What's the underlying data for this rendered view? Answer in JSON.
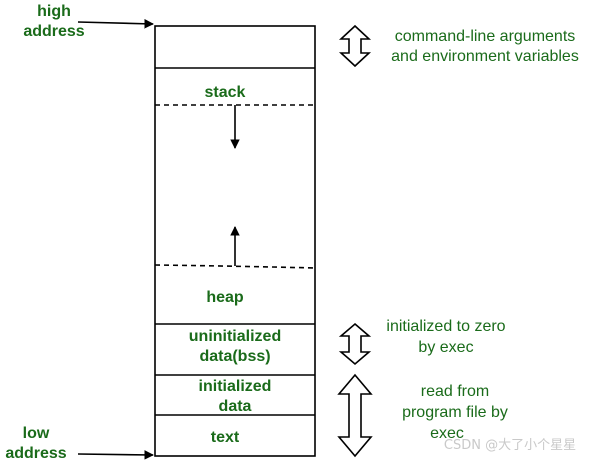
{
  "colors": {
    "text": "#1a6b1a",
    "line": "#000000",
    "watermark": "#c9c9c9"
  },
  "side_labels": {
    "high_line1": "high",
    "high_line2": "address",
    "low_line1": "low",
    "low_line2": "address"
  },
  "segments": {
    "stack": "stack",
    "heap": "heap",
    "bss_line1": "uninitialized",
    "bss_line2": "data(bss)",
    "init_line1": "initialized",
    "init_line2": "data",
    "text": "text"
  },
  "notes": {
    "args_line1": "command-line arguments",
    "args_line2": "and environment variables",
    "zero_line1": "initialized to zero",
    "zero_line2": "by exec",
    "read_line1": "read from",
    "read_line2": "program file by",
    "read_line3": "exec"
  },
  "watermark": "CSDN @大了小个星星",
  "icons": {
    "pointer_arrow": "arrow-right-icon",
    "growth_arrow": "arrow-vertical-icon",
    "range_arrow": "double-arrow-vertical-icon"
  }
}
